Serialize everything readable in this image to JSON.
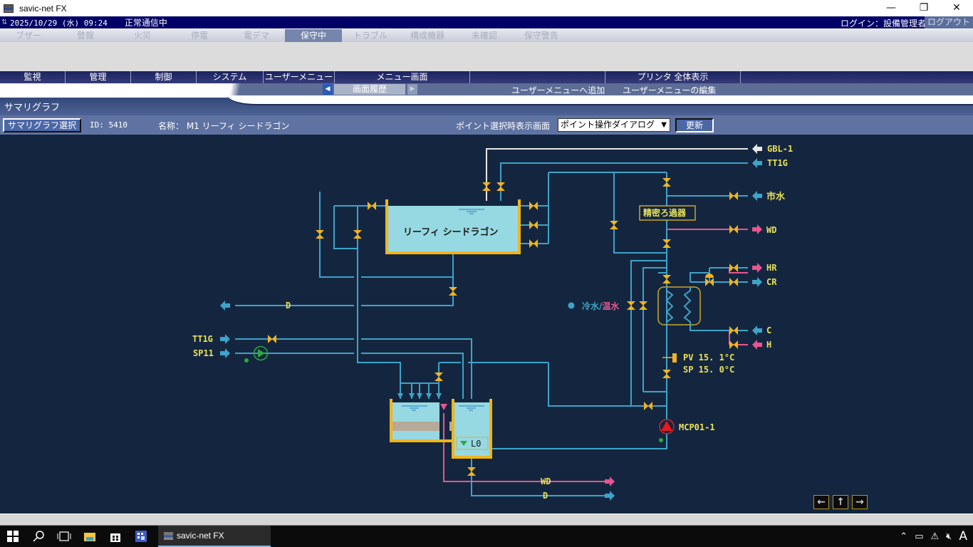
{
  "window": {
    "title": "savic-net FX",
    "controls": [
      "—",
      "❐",
      "✕"
    ]
  },
  "status": {
    "datetime": "2025/10/29 (水) 09:24",
    "comm": "正常通信中",
    "login": "ログイン：設備管理者",
    "logout": "ログアウト"
  },
  "alarm_tabs": [
    {
      "label": "ブザー",
      "active": false
    },
    {
      "label": "警報",
      "active": false
    },
    {
      "label": "火災",
      "active": false
    },
    {
      "label": "停電",
      "active": false
    },
    {
      "label": "電デマ",
      "active": false
    },
    {
      "label": "保守中",
      "active": true
    },
    {
      "label": "トラブル",
      "active": false
    },
    {
      "label": "構成機器",
      "active": false
    },
    {
      "label": "未確認",
      "active": false
    },
    {
      "label": "保守警告",
      "active": false
    }
  ],
  "menu": [
    {
      "label": "監視"
    },
    {
      "label": "管理"
    },
    {
      "label": "制御"
    },
    {
      "label": "システム"
    },
    {
      "label": "ユーザーメニュー"
    },
    {
      "label": "メニュー画面"
    },
    {
      "label": ""
    },
    {
      "label": "プリンタ 全体表示"
    }
  ],
  "subbar": {
    "history": "画面履歴",
    "add_user_menu": "ユーザーメニューへ追加",
    "edit_user_menu": "ユーザーメニューの編集"
  },
  "page": {
    "title": "サマリグラフ"
  },
  "toolbar": {
    "select_button": "サマリグラフ選択",
    "id_text": "ID: 5410",
    "name_text": "名称： M1 リーフィ シードラゴン",
    "point_select_label": "ポイント選択時表示画面",
    "point_select_value": "ポイント操作ダイアログ",
    "update_button": "更新"
  },
  "diagram": {
    "main_tank": "リーフィ シードラゴン",
    "filter": "精密ろ過器",
    "coolant": {
      "cold": "冷水",
      "sep": "/",
      "hot": "温水"
    },
    "pv": "PV 15. 1°C",
    "sp": "SP 15. 0°C",
    "pump_label": "MCP01-1",
    "level_label": "L0",
    "lines": {
      "gbl": "GBL-1",
      "tt1g_top": "TT1G",
      "city_water": "市水",
      "wd_right": "WD",
      "hr": "HR",
      "cr": "CR",
      "c": "C",
      "h": "H",
      "d_left": "D",
      "tt1g_left": "TT1G",
      "sp11": "SP11",
      "wd_bottom": "WD",
      "d_bottom": "D"
    },
    "colors": {
      "pipe": "#3ea3c8",
      "valve": "#f2b41c",
      "hot": "#e8558f",
      "label": "#e8e25a",
      "water": "#96d9e2"
    }
  },
  "nav": {
    "left": "←",
    "up": "↑",
    "right": "→"
  },
  "taskbar": {
    "app": "savic-net FX",
    "ime": "A"
  }
}
